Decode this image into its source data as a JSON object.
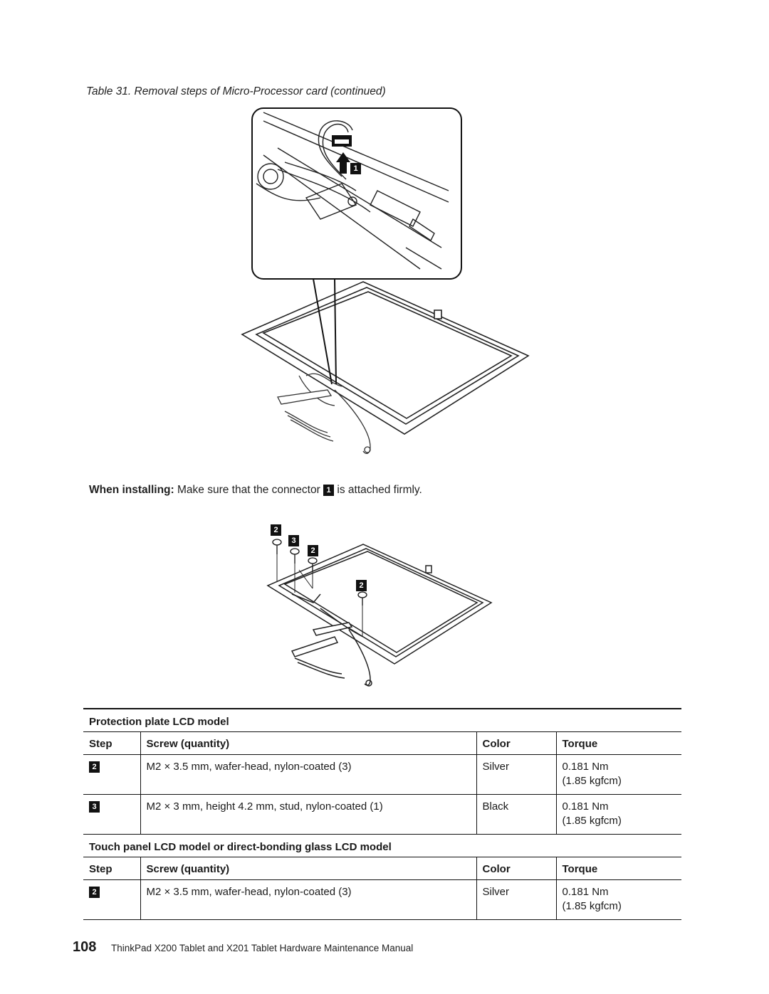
{
  "caption": "Table 31. Removal steps of Micro-Processor card (continued)",
  "illustration1": {
    "callouts": [
      "1"
    ]
  },
  "installing": {
    "label": "When installing:",
    "text_before": "Make sure that the connector",
    "callout": "1",
    "text_after": "is attached firmly."
  },
  "illustration2": {
    "callouts": [
      "2",
      "3",
      "2",
      "2"
    ]
  },
  "table": {
    "section1": {
      "title": "Protection plate LCD model",
      "headers": [
        "Step",
        "Screw (quantity)",
        "Color",
        "Torque"
      ],
      "rows": [
        {
          "step": "2",
          "screw": "M2 × 3.5 mm, wafer-head, nylon-coated (3)",
          "color": "Silver",
          "torque1": "0.181 Nm",
          "torque2": "(1.85 kgfcm)"
        },
        {
          "step": "3",
          "screw": "M2 × 3 mm, height 4.2 mm, stud, nylon-coated (1)",
          "color": "Black",
          "torque1": "0.181 Nm",
          "torque2": "(1.85 kgfcm)"
        }
      ]
    },
    "section2": {
      "title": "Touch panel LCD model or direct-bonding glass LCD model",
      "headers": [
        "Step",
        "Screw (quantity)",
        "Color",
        "Torque"
      ],
      "rows": [
        {
          "step": "2",
          "screw": "M2 × 3.5 mm, wafer-head, nylon-coated (3)",
          "color": "Silver",
          "torque1": "0.181 Nm",
          "torque2": "(1.85 kgfcm)"
        }
      ]
    }
  },
  "footer": {
    "page_number": "108",
    "text": "ThinkPad X200 Tablet and X201 Tablet Hardware Maintenance Manual"
  }
}
